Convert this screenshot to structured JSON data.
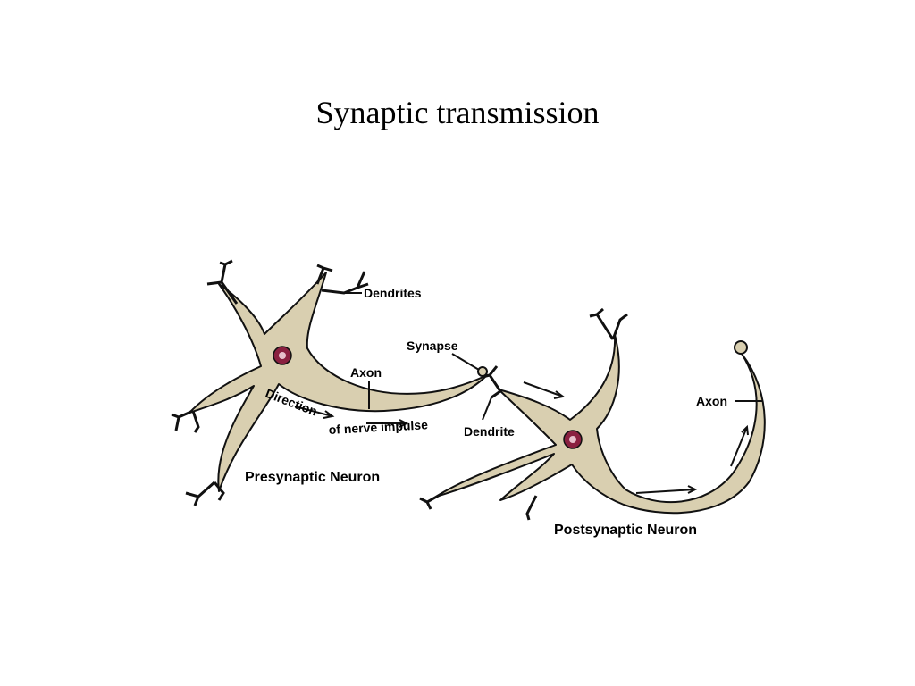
{
  "slide": {
    "title": "Synaptic transmission"
  },
  "diagram": {
    "labels": {
      "dendrites": "Dendrites",
      "synapse": "Synapse",
      "axon_pre": "Axon",
      "direction_part1": "Direction",
      "direction_part2": "of nerve impulse",
      "dendrite": "Dendrite",
      "presynaptic": "Presynaptic Neuron",
      "axon_post": "Axon",
      "postsynaptic": "Postsynaptic Neuron"
    },
    "colors": {
      "cell_fill": "#d9cfb0",
      "outline": "#111111",
      "nucleus_fill": "#8a2040",
      "nucleolus": "#e7c0cc",
      "background": "#ffffff"
    }
  }
}
